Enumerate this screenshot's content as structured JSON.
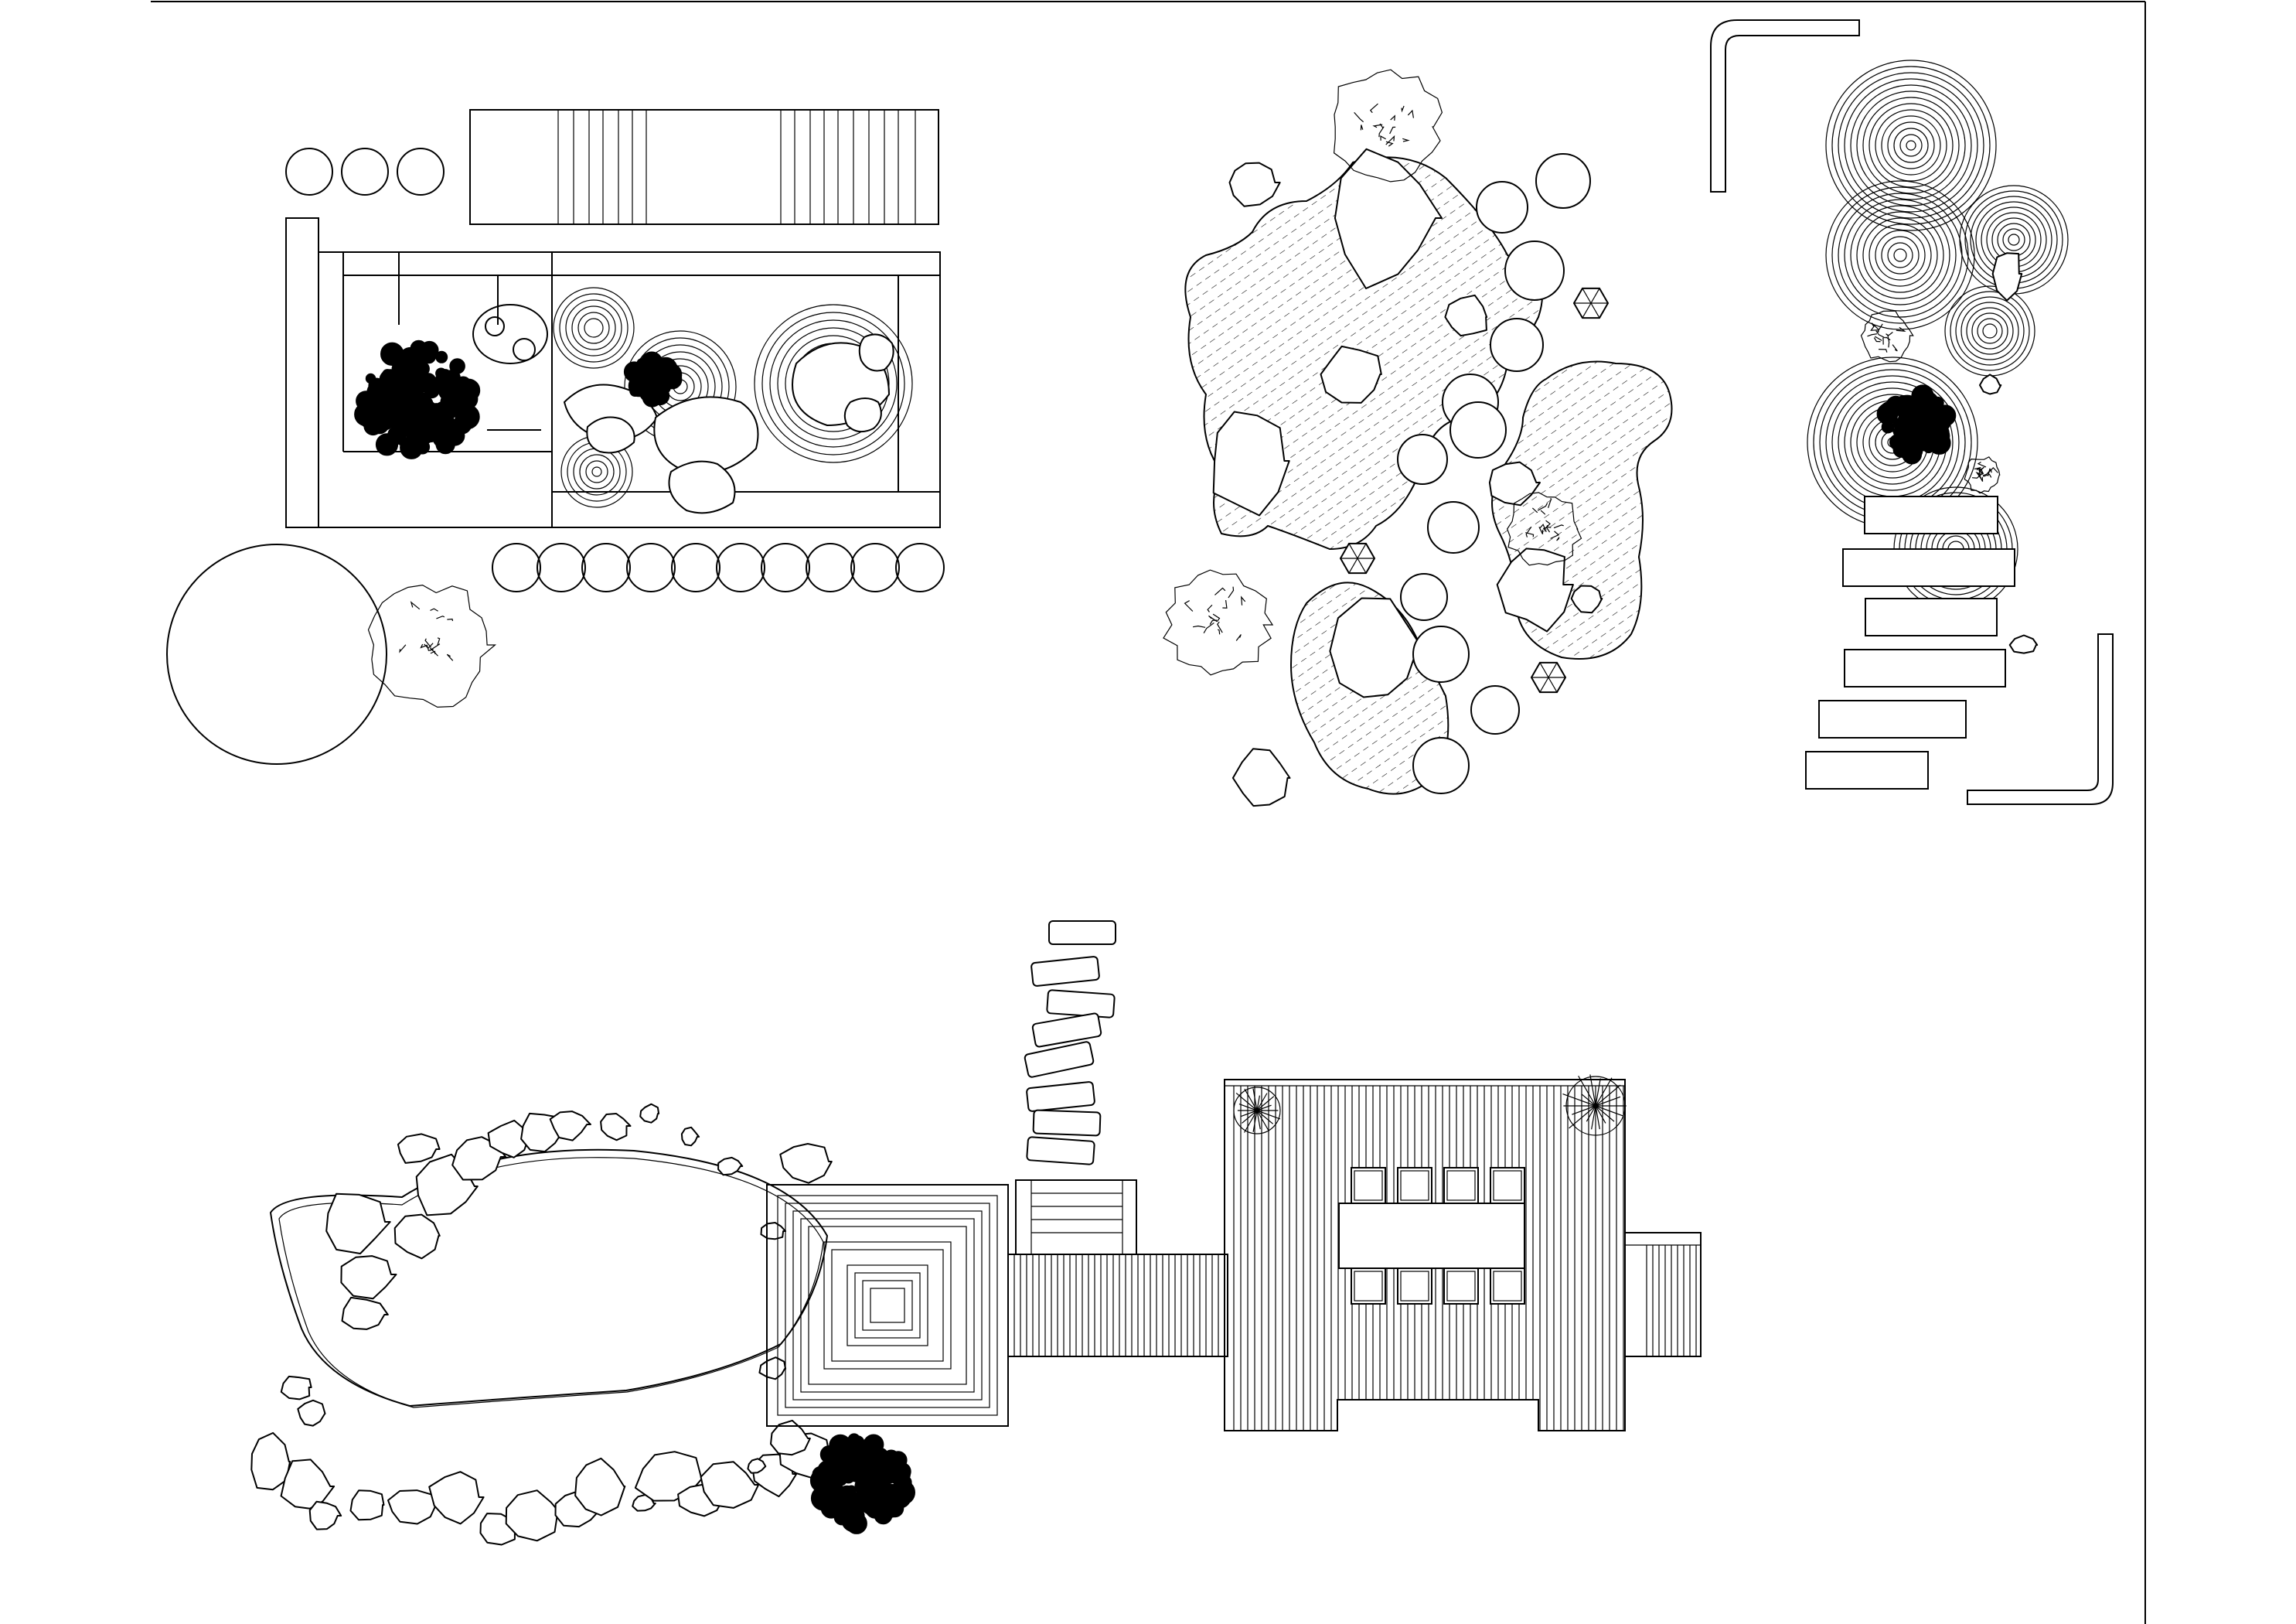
{
  "drawing": {
    "type": "landscape-plan-sheet",
    "text_labels": [],
    "line_color": "#000000",
    "background_color": "#ffffff",
    "panels": [
      {
        "id": "raked-gravel-courtyard",
        "elements": [
          "stepping-circles-row",
          "deck-bench",
          "raked-gravel-rings",
          "boulders",
          "shrub-cluster",
          "round-lawn",
          "tree"
        ]
      },
      {
        "id": "hatched-stone-bed",
        "elements": [
          "hatched-beds",
          "boulders",
          "stepping-circles",
          "lanterns",
          "trees"
        ]
      },
      {
        "id": "zen-path-strip",
        "elements": [
          "raked-gravel-rings",
          "stepping-slabs",
          "corner-walls",
          "shrubs"
        ]
      },
      {
        "id": "pond-deck-plan",
        "elements": [
          "pond-edge-rocks",
          "stepping-stones",
          "square-pavilion",
          "boardwalk",
          "deck-with-table",
          "chairs",
          "planters"
        ]
      }
    ]
  }
}
